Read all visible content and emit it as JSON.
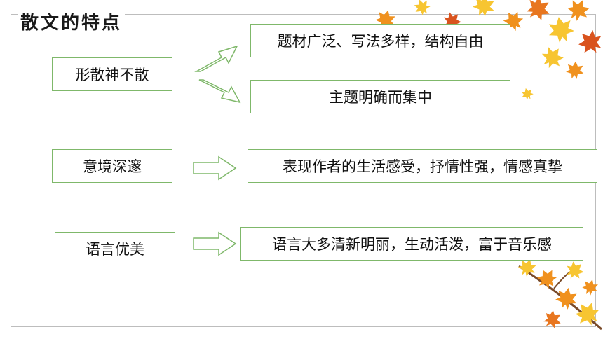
{
  "slide": {
    "title": "散文的特点",
    "rows": [
      {
        "feature": "形散神不散",
        "details": [
          "题材广泛、写法多样，结构自由",
          "主题明确而集中"
        ]
      },
      {
        "feature": "意境深邃",
        "details": [
          "表现作者的生活感受，抒情性强，情感真挚"
        ]
      },
      {
        "feature": "语言优美",
        "details": [
          "语言大多清新明丽，生动活泼，富于音乐感"
        ]
      }
    ]
  },
  "colors": {
    "box_border": "#7fb86a",
    "arrow_stroke": "#7fb86a",
    "leaf_orange": "#f0911e",
    "leaf_yellow": "#f7c531",
    "leaf_red": "#d9531e",
    "branch": "#7a4b2a"
  },
  "icons": [
    "maple-leaf-icon",
    "arrow-right-icon"
  ]
}
